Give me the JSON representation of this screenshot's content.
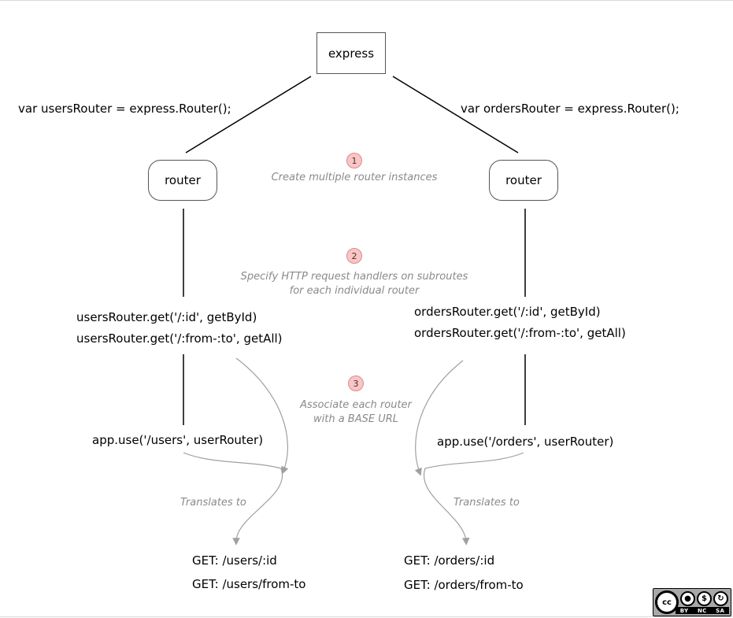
{
  "nodes": {
    "express": "express",
    "left_router": "router",
    "right_router": "router"
  },
  "code": {
    "left_router_decl": "var usersRouter = express.Router();",
    "right_router_decl": "var ordersRouter = express.Router();",
    "left_get_by_id": "usersRouter.get('/:id', getById)",
    "left_get_all": "usersRouter.get('/:from-:to', getAll)",
    "right_get_by_id": "ordersRouter.get('/:id', getById)",
    "right_get_all": "ordersRouter.get('/:from-:to', getAll)",
    "left_app_use": "app.use('/users', userRouter)",
    "right_app_use": "app.use('/orders', userRouter)",
    "left_route_1": "GET:  /users/:id",
    "left_route_2": "GET:  /users/from-to",
    "right_route_1": "GET:  /orders/:id",
    "right_route_2": "GET:  /orders/from-to"
  },
  "steps": [
    {
      "number": "1",
      "lines": [
        "Create multiple router instances"
      ]
    },
    {
      "number": "2",
      "lines": [
        "Specify HTTP request handlers on subroutes",
        "for each individual router"
      ]
    },
    {
      "number": "3",
      "lines": [
        "Associate each router",
        "with a BASE URL"
      ]
    }
  ],
  "translates": {
    "left": "Translates to",
    "right": "Translates to"
  },
  "license": {
    "cc": "cc",
    "labels": [
      "BY",
      "NC",
      "SA"
    ]
  },
  "colors": {
    "line": "#000000",
    "curve": "#a0a0a0",
    "note_text": "#8a8a8a",
    "badge_fill": "#f7c6c6",
    "badge_border": "#e08a8a"
  }
}
